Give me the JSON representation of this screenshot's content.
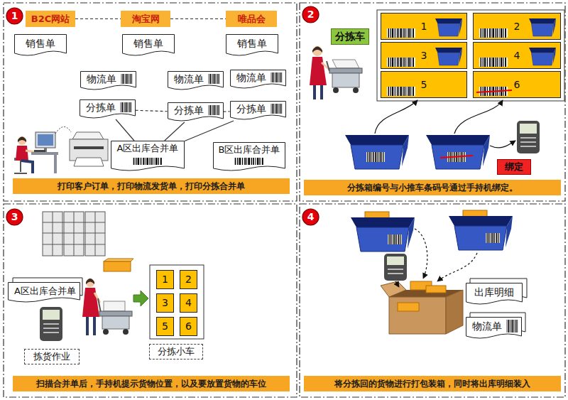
{
  "diagram": {
    "nodes": [
      {
        "text": [
          "1"
        ]
      },
      {
        "text": [
          "B2C网站"
        ]
      },
      {
        "text": [
          "淘宝网"
        ]
      },
      {
        "text": [
          "唯品会"
        ]
      },
      {
        "text": [
          "销售单"
        ]
      },
      {
        "text": [
          "销售单"
        ]
      },
      {
        "text": [
          "销售单"
        ]
      },
      {
        "text": [
          "物流单"
        ]
      },
      {
        "text": [
          "物流单"
        ]
      },
      {
        "text": [
          "物流单"
        ]
      },
      {
        "text": [
          "分拣单"
        ]
      },
      {
        "text": [
          "分拣单"
        ]
      },
      {
        "text": [
          "分拣单"
        ]
      },
      {
        "text": [
          "A区出库合并单"
        ]
      },
      {
        "text": [
          "B区出库合并单"
        ]
      },
      {
        "text": [
          "打印客户订单，打印物流发货单，打印分拣合并单"
        ]
      },
      {
        "text": [
          "2"
        ]
      },
      {
        "text": [
          "分拣车"
        ]
      },
      {
        "text": [
          "1"
        ]
      },
      {
        "text": [
          "2"
        ]
      },
      {
        "text": [
          "3"
        ]
      },
      {
        "text": [
          "4"
        ]
      },
      {
        "text": [
          "5"
        ]
      },
      {
        "text": [
          "6"
        ]
      },
      {
        "text": [
          "绑定"
        ]
      },
      {
        "text": [
          "分拣箱编号与小推车条码号通过手持机绑定。"
        ]
      },
      {
        "text": [
          "3"
        ]
      },
      {
        "text": [
          "A区出库合并单"
        ]
      },
      {
        "text": [
          "拣货作业"
        ]
      },
      {
        "text": [
          "1"
        ]
      },
      {
        "text": [
          "2"
        ]
      },
      {
        "text": [
          "3"
        ]
      },
      {
        "text": [
          "4"
        ]
      },
      {
        "text": [
          "5"
        ]
      },
      {
        "text": [
          "6"
        ]
      },
      {
        "text": [
          "分拣小车"
        ]
      },
      {
        "text": [
          "扫描合并单后，手持机提示货物位置，以及要放置货物的车位"
        ]
      },
      {
        "text": [
          "4"
        ]
      },
      {
        "text": [
          "出库明细"
        ]
      },
      {
        "text": [
          "物流单"
        ]
      },
      {
        "text": [
          "将分拣回的货物进行打包装箱，同时将出库明细装入"
        ]
      }
    ],
    "edges": [
      {
        "from": 1,
        "to": 2,
        "arrow": "none"
      },
      {
        "from": 2,
        "to": 3,
        "arrow": "none"
      },
      {
        "from": 10,
        "to": 11,
        "arrow": "none"
      },
      {
        "from": 11,
        "to": 12,
        "arrow": "none"
      },
      {
        "from": 10,
        "to": 13,
        "arrow": "none"
      },
      {
        "from": 11,
        "to": 13,
        "arrow": "none"
      },
      {
        "from": 12,
        "to": 13,
        "arrow": "none"
      }
    ]
  }
}
